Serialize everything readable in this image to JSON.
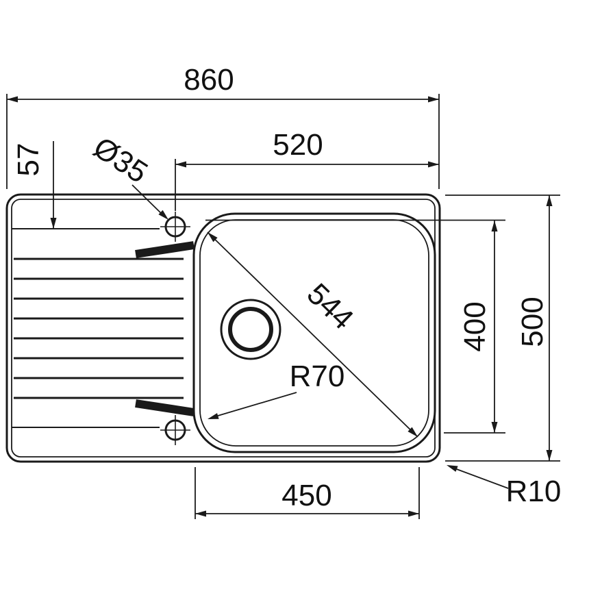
{
  "drawing": {
    "kind": "sink-technical-drawing-top-view",
    "dimension_labels": {
      "overall_width": "860",
      "right_section_width": "520",
      "tap_hole_top_offset": "57",
      "tap_hole_diameter": "Ø35",
      "bowl_diagonal": "544",
      "bowl_front_to_back": "400",
      "overall_front_to_back": "500",
      "bowl_corner_radius": "R70",
      "bowl_width": "450",
      "outer_corner_radius": "R10"
    },
    "colors": {
      "line": "#1a1a1a",
      "background": "#ffffff"
    }
  }
}
